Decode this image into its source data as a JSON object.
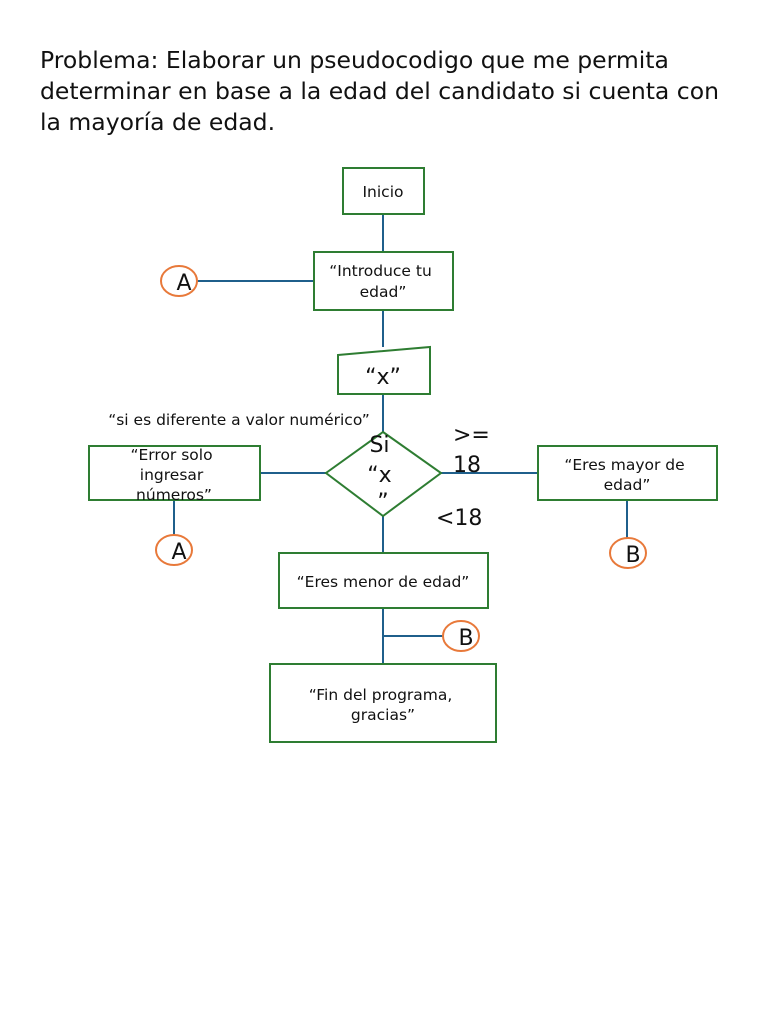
{
  "problem": "Problema: Elaborar un pseudocodigo que me permita determinar en base a la edad del candidato si cuenta con la mayoría de edad.",
  "colors": {
    "box": "#2e7d32",
    "line": "#1f5f8b",
    "connector": "#e8793a",
    "text": "#111111"
  },
  "flowchart": {
    "start": "Inicio",
    "prompt": [
      "“Introduce tu",
      "edad”"
    ],
    "input": "“x”",
    "invalid_label": "“si es diferente a valor numérico”",
    "decision": [
      "Si",
      "“x",
      "”"
    ],
    "ge_label": [
      ">=",
      "18"
    ],
    "lt_label": "<18",
    "error": [
      "“Error solo",
      "ingresar",
      "números”"
    ],
    "adult": [
      "“Eres mayor de",
      "edad”"
    ],
    "minor": "“Eres menor de edad”",
    "end": [
      "“Fin del programa,",
      "gracias”"
    ],
    "connector_a": "A",
    "connector_b": "B"
  }
}
